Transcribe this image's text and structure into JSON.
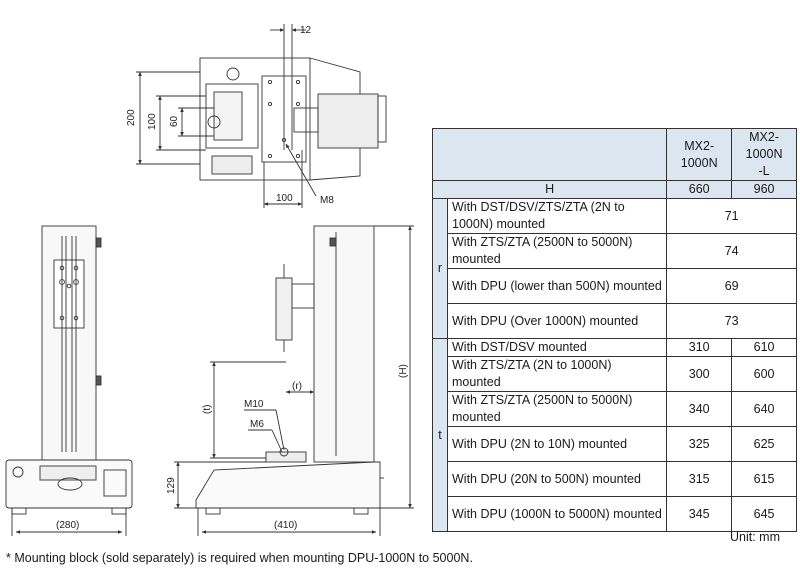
{
  "drawing": {
    "dims": {
      "top_12": "12",
      "top_200": "200",
      "top_100_left": "100",
      "top_60": "60",
      "top_100_bottom": "100",
      "top_m8": "M8",
      "front_280": "(280)",
      "side_410": "(410)",
      "side_h": "(H)",
      "side_t": "(t)",
      "side_r": "(r)",
      "side_129": "129",
      "side_m10": "M10",
      "side_m6": "M6"
    }
  },
  "table": {
    "headers": [
      "",
      "MX2-1000N",
      "MX2-1000N\n-L"
    ],
    "h_row": {
      "label": "H",
      "v1": "660",
      "v2": "960"
    },
    "r_label": "r",
    "r_rows": [
      {
        "cond": "With DST/DSV/ZTS/ZTA (2N to 1000N) mounted",
        "value": "71"
      },
      {
        "cond": "With ZTS/ZTA (2500N to 5000N) mounted",
        "value": "74"
      },
      {
        "cond": "With DPU (lower than 500N) mounted",
        "value": "69"
      },
      {
        "cond": "With DPU (Over 1000N) mounted",
        "value": "73"
      }
    ],
    "t_label": "t",
    "t_rows": [
      {
        "cond": "With DST/DSV mounted",
        "v1": "310",
        "v2": "610"
      },
      {
        "cond": "With ZTS/ZTA (2N to 1000N) mounted",
        "v1": "300",
        "v2": "600"
      },
      {
        "cond": "With ZTS/ZTA (2500N to 5000N) mounted",
        "v1": "340",
        "v2": "640"
      },
      {
        "cond": "With DPU (2N to 10N) mounted",
        "v1": "325",
        "v2": "625"
      },
      {
        "cond": "With DPU (20N to 500N) mounted",
        "v1": "315",
        "v2": "615"
      },
      {
        "cond": "With DPU (1000N to 5000N) mounted",
        "v1": "345",
        "v2": "645"
      }
    ]
  },
  "unit_note": "Unit:  mm",
  "footnote": "* Mounting block (sold separately) is required when mounting DPU-1000N to 5000N."
}
